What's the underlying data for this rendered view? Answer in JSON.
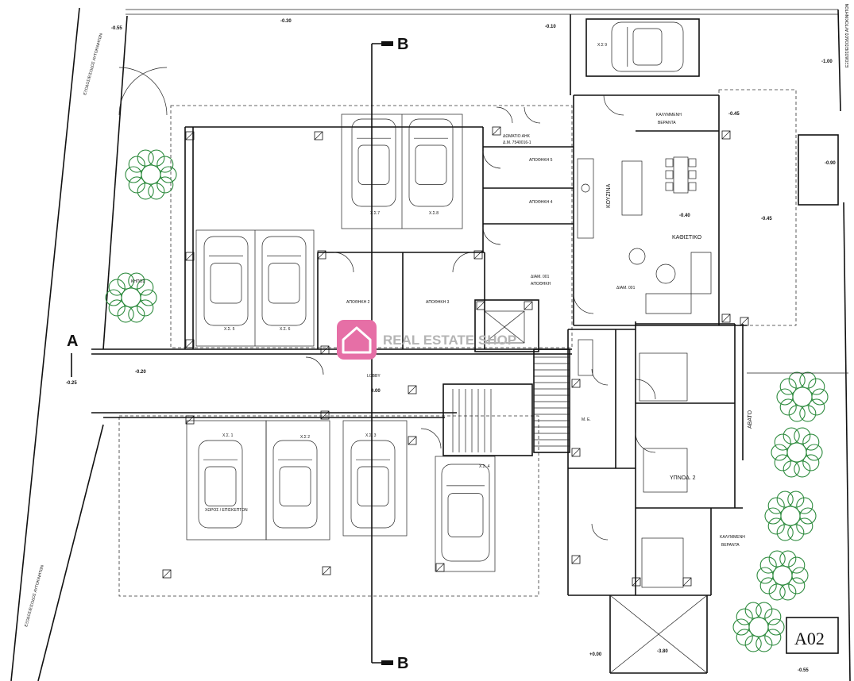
{
  "watermark": {
    "text": "REAL ESTATE SHOP",
    "color": "#e66fa6"
  },
  "sheet": {
    "code": "A02"
  },
  "sections": {
    "a": "A",
    "b_top": "B",
    "b_bottom": "B"
  },
  "street": {
    "left_top": "ΕΞΟΔΟΣ/ΕΙΣΟΔΟΣ ΑΥΤΟΚΙΝΗΤΩΝ",
    "left_bottom": "ΕΞΟΔΟΣ/ΕΙΣΟΔΟΣ ΑΥΤΟΚΙΝΗΤΩΝ",
    "right_top": "ΕΞΟΔΟΣ/ΕΙΣΟΔΟΣ ΑΥΤΟΚΙΝΗΤΩΝ"
  },
  "parking": [
    "Χ.Σ 9",
    "Χ.Σ.7",
    "Χ.Σ.8",
    "Χ.Σ. 5",
    "Χ.Σ. 6",
    "Χ.Σ. 1",
    "Χ.Σ 2",
    "Χ.Σ. 3",
    "Χ.Σ. 4"
  ],
  "rooms": {
    "storage2": "ΑΠΟΘΗΚΗ 2",
    "storage3": "ΑΠΟΘΗΚΗ 3",
    "storage4": "ΑΠΟΘΗΚΗ 4",
    "storage5": "ΑΠΟΘΗΚΗ 5",
    "meter_room": "ΔΩΜΑΤΙΟ ΑΗΚ",
    "meter_no": "Δ.Μ. 7540016-1",
    "lobby": "LOBBY",
    "lobby_level": "0.00",
    "apt_storage_1": "ΔΙΑΜ. 001",
    "apt_storage_2": "ΑΠΟΘΗΚΗ",
    "apartment": "ΔΙΑΜ. 001",
    "kitchen": "ΚΟΥΖΙΝΑ",
    "living": "ΚΑΘΙΣΤΙΚΟ",
    "covered_veranda_1": "ΚΑΛΥΜΜΕΝΗ",
    "covered_veranda_2": "ΒΕΡΑΝΤΑ",
    "bedroom2": "ΥΠΝΟΔ. 2",
    "avato": "ΑΒΑΤΟ",
    "bath_code": "Μ. Ε.",
    "garden": "ΚΗΠΟΣ",
    "disabled_area": "ΧΩΡΟΣ / ΕΠΙΣΚΕΠΤΩΝ"
  },
  "levels": [
    "-0.55",
    "-0.30",
    "-0.10",
    "-1.00",
    "-0.45",
    "-0.90",
    "-0.40",
    "-0.45",
    "-0.20",
    "-0.25",
    "+0.00",
    "-3.80",
    "-0.55"
  ]
}
